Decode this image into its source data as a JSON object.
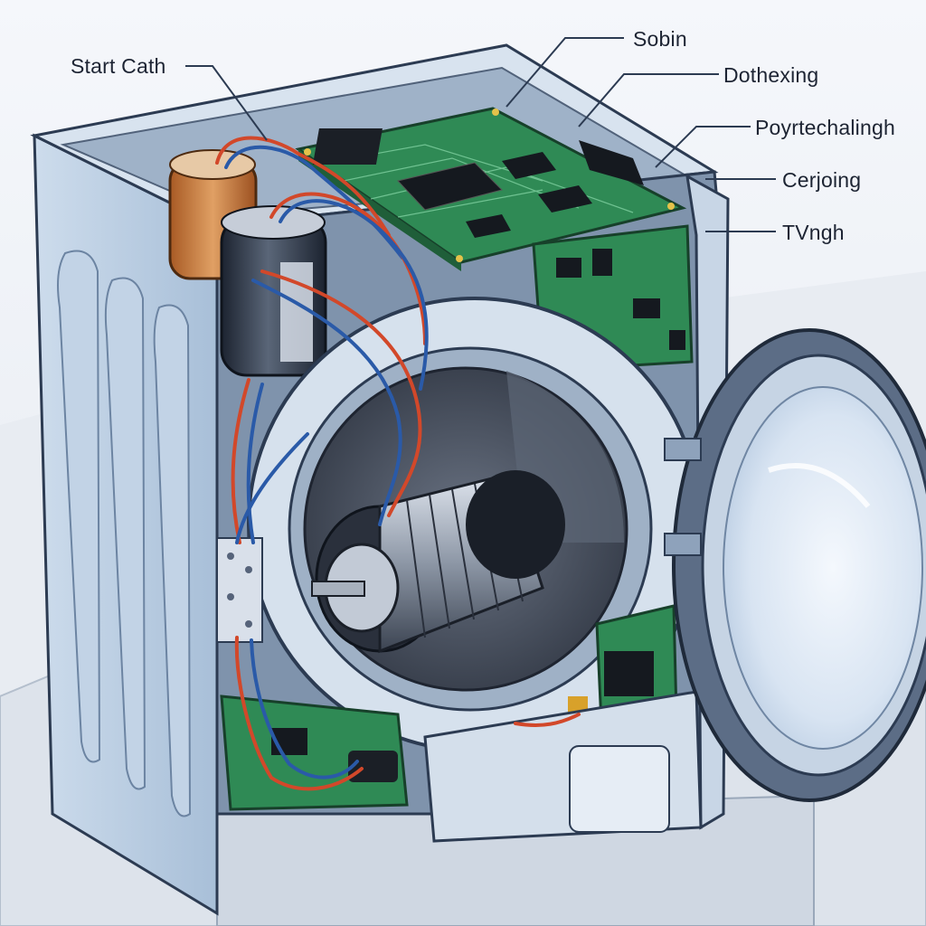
{
  "labels": {
    "start_cath": "Start Cath",
    "sobin": "Sobin",
    "dothexing": "Dothexing",
    "poyrtechalingh": "Poyrtechalingh",
    "cerjoing": "Cerjoing",
    "tvngh": "TVngh"
  },
  "colors": {
    "cabinet": "#b9cde4",
    "cabinet_outline": "#2c3b52",
    "pcb_green": "#2f8a55",
    "wire_red": "#d2482a",
    "wire_blue": "#2a5aa8",
    "capacitor_copper": "#c87a3e",
    "leader_line": "#2c3b52"
  }
}
